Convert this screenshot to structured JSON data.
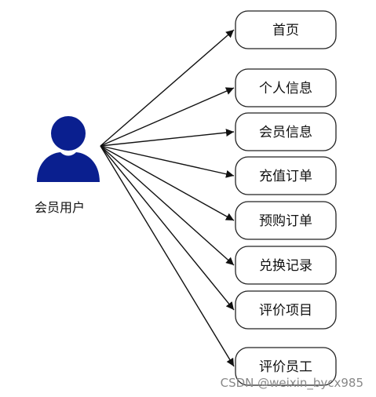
{
  "actor": {
    "label": "会员用户",
    "icon": "user-icon",
    "color": "#0a1f8f"
  },
  "nodes": [
    {
      "id": "home",
      "label": "首页"
    },
    {
      "id": "personal-info",
      "label": "个人信息"
    },
    {
      "id": "member-info",
      "label": "会员信息"
    },
    {
      "id": "recharge-order",
      "label": "充值订单"
    },
    {
      "id": "booking-order",
      "label": "预购订单"
    },
    {
      "id": "redeem-record",
      "label": "兑换记录"
    },
    {
      "id": "review-item",
      "label": "评价项目"
    },
    {
      "id": "review-staff",
      "label": "评价员工"
    }
  ],
  "edges": [
    {
      "from": "actor",
      "to": "home"
    },
    {
      "from": "actor",
      "to": "personal-info"
    },
    {
      "from": "actor",
      "to": "member-info"
    },
    {
      "from": "actor",
      "to": "recharge-order"
    },
    {
      "from": "actor",
      "to": "booking-order"
    },
    {
      "from": "actor",
      "to": "redeem-record"
    },
    {
      "from": "actor",
      "to": "review-item"
    },
    {
      "from": "actor",
      "to": "review-staff"
    }
  ],
  "watermark": "CSDN @weixin_bycx985"
}
